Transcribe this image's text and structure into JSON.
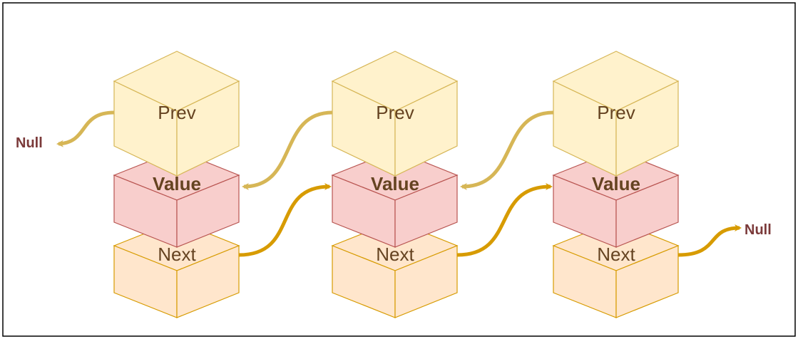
{
  "null_label": "Null",
  "nodes": [
    {
      "prev": "Prev",
      "value": "Value",
      "next": "Next"
    },
    {
      "prev": "Prev",
      "value": "Value",
      "next": "Next"
    },
    {
      "prev": "Prev",
      "value": "Value",
      "next": "Next"
    }
  ],
  "colors": {
    "prev_fill": "#fff2cc",
    "prev_stroke": "#d6b656",
    "value_fill": "#f8cecc",
    "value_stroke": "#b85450",
    "next_fill": "#ffe6cc",
    "next_stroke": "#d79b00",
    "text": "#654321",
    "null_text": "#7b3a3a",
    "prev_arrow": "#d6b656",
    "next_arrow": "#d79b00"
  }
}
